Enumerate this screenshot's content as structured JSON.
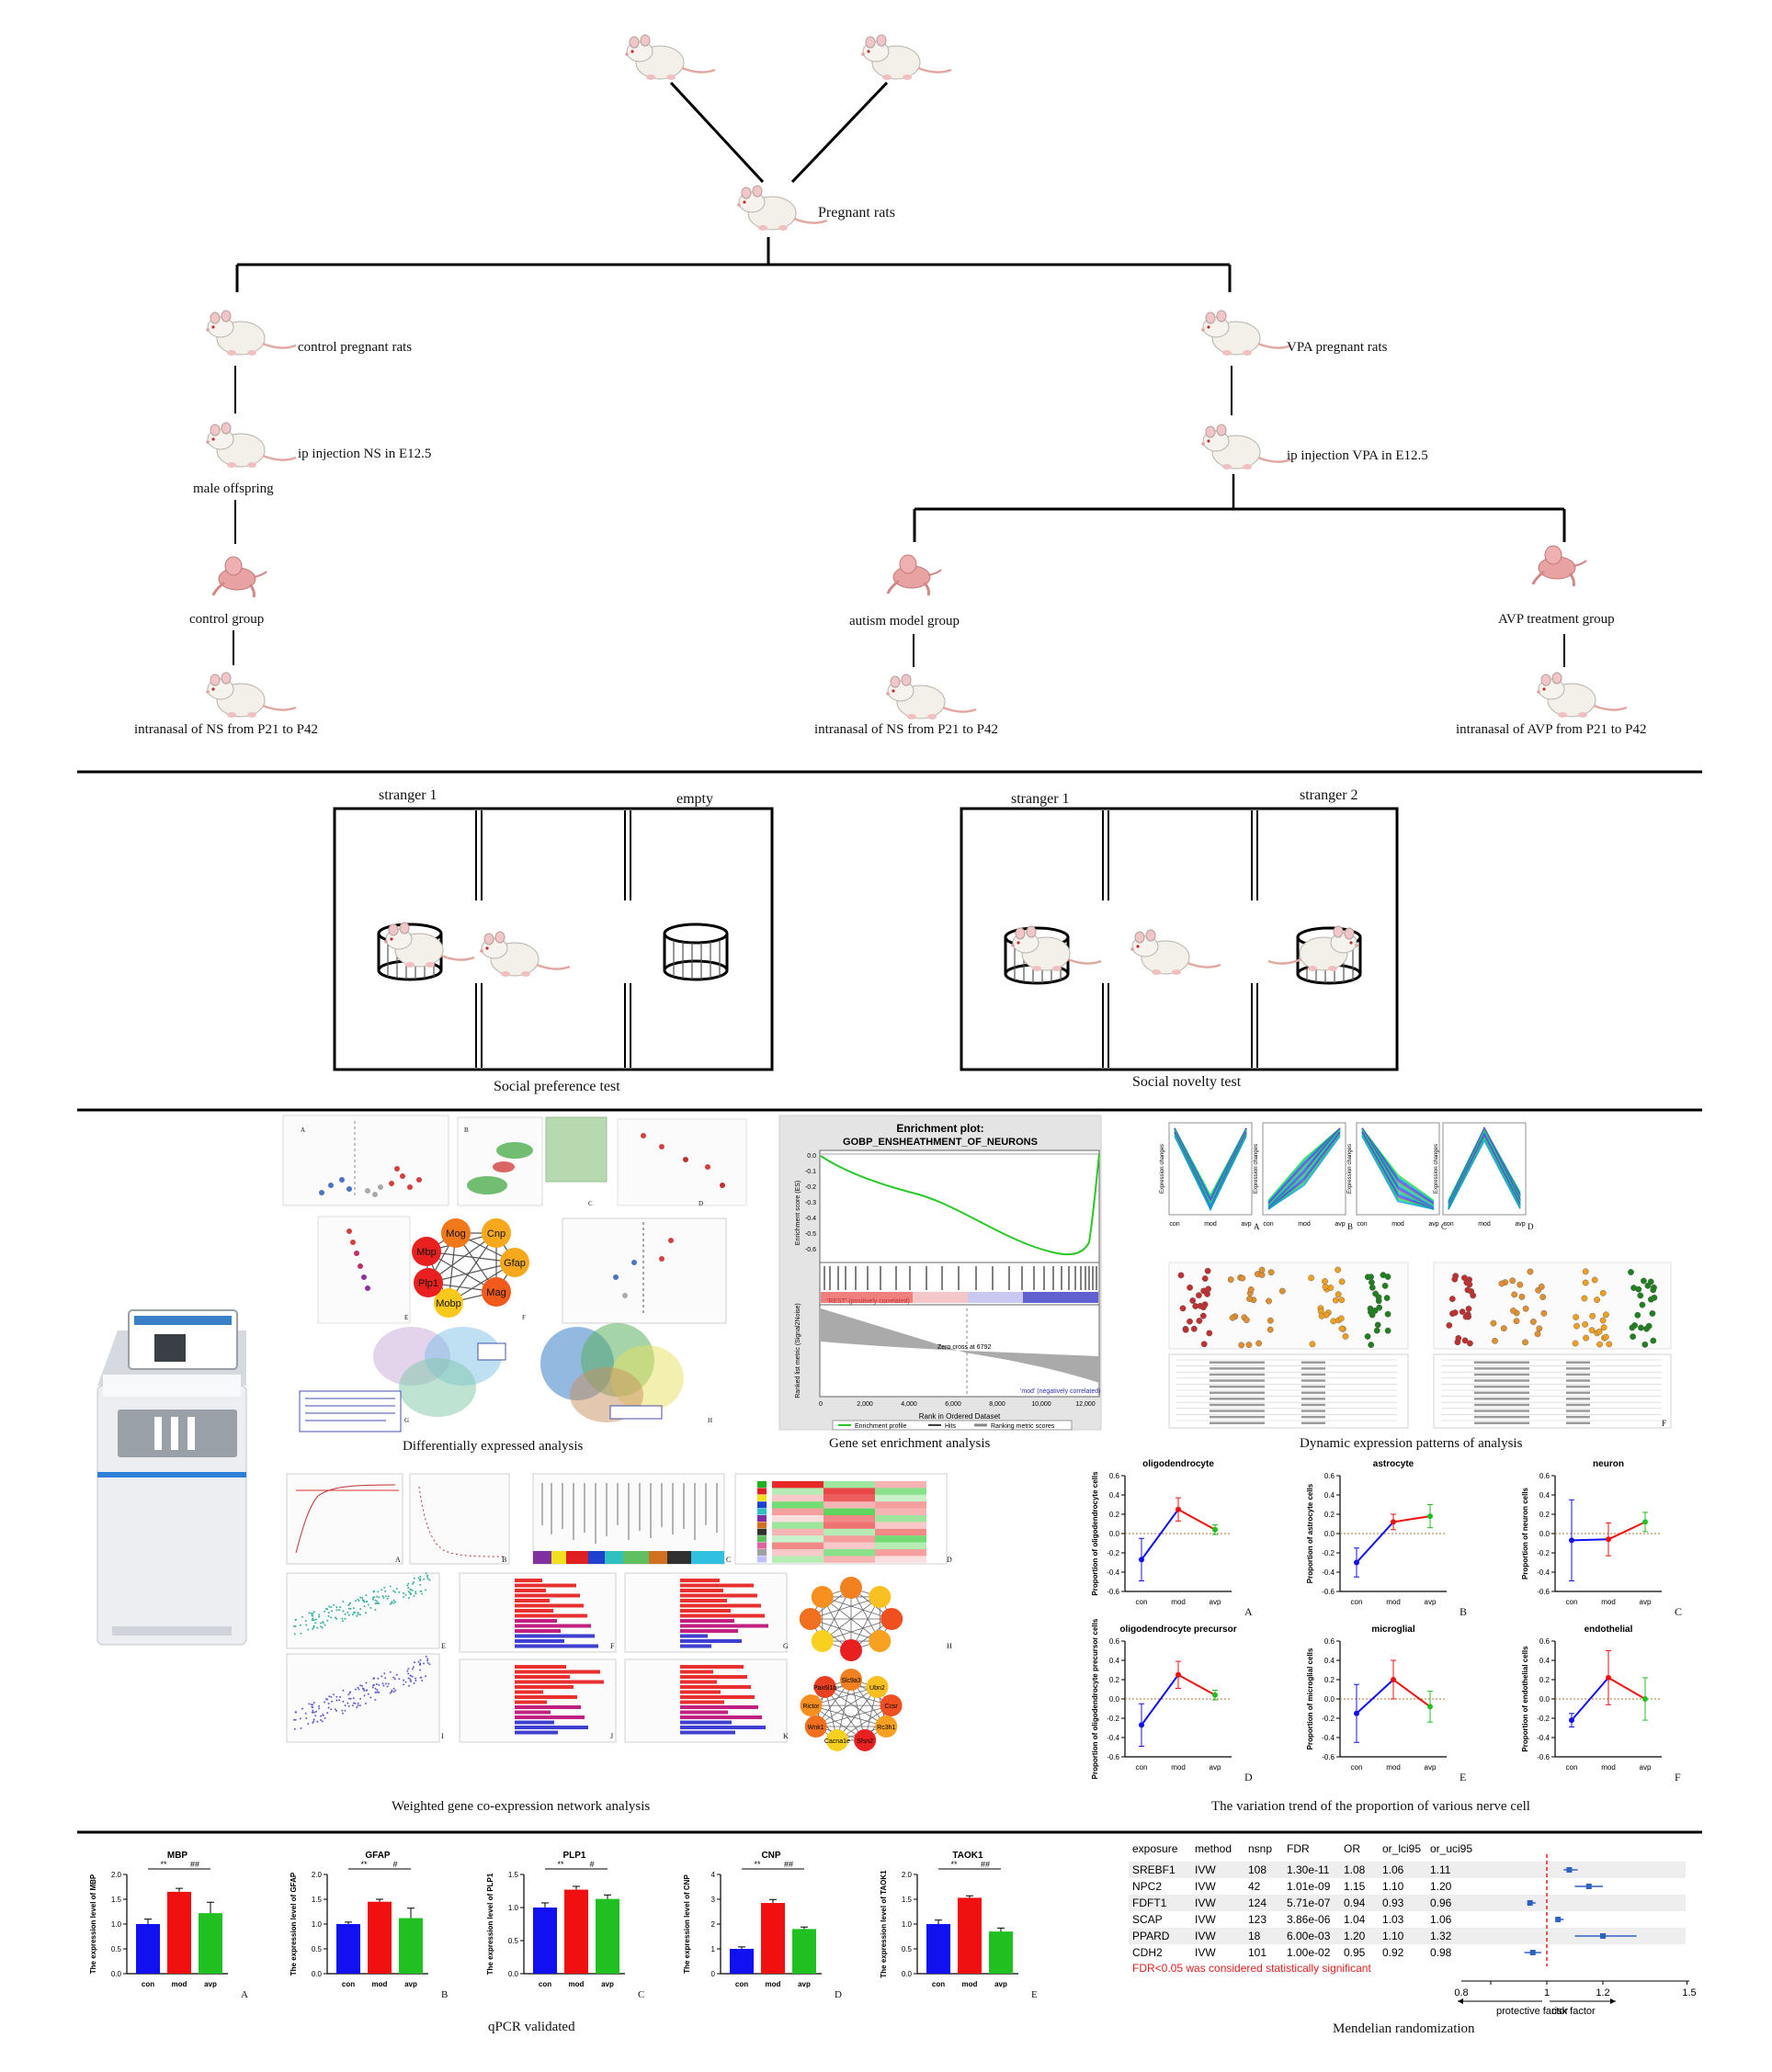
{
  "colors": {
    "con": "#1010f0",
    "mod": "#f01010",
    "avp": "#20c020",
    "rat_body": "#f2efe9",
    "pup_body": "#e8a8a8",
    "line": "#000000",
    "fdr_note": "#e02020",
    "forest_point": "#3060c0"
  },
  "design": {
    "pregnant_label": "Pregnant rats",
    "control_branch": {
      "pregnant": "control pregnant rats",
      "injection": "ip injection NS in E12.5",
      "offspring": "male offspring",
      "group": "control group",
      "treatment": "intranasal of NS from P21 to P42"
    },
    "vpa_branch": {
      "pregnant": "VPA pregnant rats",
      "injection": "ip injection VPA in E12.5",
      "model_group": "autism model group",
      "model_treatment": "intranasal of NS from P21 to P42",
      "avp_group": "AVP treatment group",
      "avp_treatment": "intranasal of AVP from P21 to P42"
    }
  },
  "behavior": {
    "preference": {
      "left": "stranger 1",
      "right": "empty",
      "caption": "Social preference test"
    },
    "novelty": {
      "left": "stranger 1",
      "right": "stranger 2",
      "caption": "Social novelty test"
    }
  },
  "analysis": {
    "deg_caption": "Differentially expressed analysis",
    "gsea_caption": "Gene set enrichment analysis",
    "dynamic_caption": "Dynamic expression patterns of analysis",
    "wgcna_caption": "Weighted gene co-expression network analysis",
    "celltype_caption": "The variation trend of the proportion of various nerve cell",
    "ppi_nodes": [
      "Mog",
      "Cnp",
      "Gfap",
      "Mag",
      "Mobp",
      "Plp1",
      "Mbp"
    ],
    "ppi_nodes_2": [
      "Slc9a3",
      "Ubn2",
      "Ccsr",
      "Rc3h1",
      "Sfsn2",
      "Cacna1e",
      "Wnk1",
      "Rictor",
      "Pax6l1b"
    ],
    "gsea": {
      "title_line1": "Enrichment plot:",
      "title_line2": "GOBP_ENSHEATHMENT_OF_NEURONS",
      "y_top": "Enrichment score (ES)",
      "y_bottom": "Ranked list metric (Signal2Noise)",
      "x_label": "Rank in Ordered Dataset",
      "pos_label": "'REST' (positively correlated)",
      "neg_label": "'mod' (negatively correlated)",
      "zero_cross": "Zero cross at 6792",
      "legend": [
        "Enrichment profile",
        "Hits",
        "Ranking metric scores"
      ],
      "x_ticks": [
        "0",
        "2,000",
        "4,000",
        "6,000",
        "8,000",
        "10,000",
        "12,000"
      ],
      "y_ticks": [
        "0.0",
        "-0.1",
        "-0.2",
        "-0.3",
        "-0.4",
        "-0.5",
        "-0.6"
      ]
    },
    "dynamic_panel_letters": [
      "A",
      "B",
      "C",
      "D"
    ],
    "dynamic_axis": [
      "con",
      "mod",
      "avp"
    ],
    "dynamic_ylabel": "Expression changes",
    "misc_letters": {
      "deg": [
        "A",
        "B",
        "C",
        "D",
        "E",
        "F",
        "G",
        "H"
      ],
      "wgcna": [
        "A",
        "B",
        "C",
        "D",
        "E",
        "F",
        "G",
        "H",
        "I",
        "J",
        "K"
      ],
      "dyn_f": "F"
    }
  },
  "cell_chart_data": [
    {
      "type": "line",
      "title": "oligodendrocyte",
      "ylabel": "Proportion of oligodendrocyte cells",
      "letter": "A",
      "categories": [
        "con",
        "mod",
        "avp"
      ],
      "values": [
        -0.27,
        0.25,
        0.04
      ],
      "err": [
        0.22,
        0.12,
        0.05
      ],
      "ylim": [
        -0.6,
        0.6
      ],
      "yticks": [
        "-0.6",
        "-0.4",
        "-0.2",
        "0.0",
        "0.2",
        "0.4",
        "0.6"
      ]
    },
    {
      "type": "line",
      "title": "astrocyte",
      "ylabel": "Proportion of astrocyte cells",
      "letter": "B",
      "categories": [
        "con",
        "mod",
        "avp"
      ],
      "values": [
        -0.3,
        0.12,
        0.18
      ],
      "err": [
        0.15,
        0.08,
        0.12
      ],
      "ylim": [
        -0.6,
        0.6
      ],
      "yticks": [
        "-0.6",
        "-0.4",
        "-0.2",
        "0.0",
        "0.2",
        "0.4",
        "0.6"
      ]
    },
    {
      "type": "line",
      "title": "neuron",
      "ylabel": "Proportion of neuron cells",
      "letter": "C",
      "categories": [
        "con",
        "mod",
        "avp"
      ],
      "values": [
        -0.07,
        -0.06,
        0.12
      ],
      "err": [
        0.42,
        0.17,
        0.1
      ],
      "ylim": [
        -0.6,
        0.6
      ],
      "yticks": [
        "-0.6",
        "-0.4",
        "-0.2",
        "0.0",
        "0.2",
        "0.4",
        "0.6"
      ]
    },
    {
      "type": "line",
      "title": "oligodendrocyte precursor",
      "ylabel": "Proportion of oligodendrocyte precursor cells",
      "letter": "D",
      "categories": [
        "con",
        "mod",
        "avp"
      ],
      "values": [
        -0.27,
        0.25,
        0.04
      ],
      "err": [
        0.22,
        0.14,
        0.05
      ],
      "ylim": [
        -0.6,
        0.6
      ],
      "yticks": [
        "-0.6",
        "-0.4",
        "-0.2",
        "0.0",
        "0.2",
        "0.4",
        "0.6"
      ]
    },
    {
      "type": "line",
      "title": "microglial",
      "ylabel": "Proportion of microglial cells",
      "letter": "E",
      "categories": [
        "con",
        "mod",
        "avp"
      ],
      "values": [
        -0.15,
        0.2,
        -0.08
      ],
      "err": [
        0.3,
        0.2,
        0.16
      ],
      "ylim": [
        -0.6,
        0.6
      ],
      "yticks": [
        "-0.6",
        "-0.4",
        "-0.2",
        "0.0",
        "0.2",
        "0.4",
        "0.6"
      ]
    },
    {
      "type": "line",
      "title": "endothelial",
      "ylabel": "Proportion of endothelial cells",
      "letter": "F",
      "categories": [
        "con",
        "mod",
        "avp"
      ],
      "values": [
        -0.22,
        0.22,
        0.0
      ],
      "err": [
        0.07,
        0.28,
        0.22
      ],
      "ylim": [
        -0.6,
        0.6
      ],
      "yticks": [
        "-0.6",
        "-0.4",
        "-0.2",
        "0.0",
        "0.2",
        "0.4",
        "0.6"
      ]
    }
  ],
  "qpcr_chart_data": [
    {
      "type": "bar",
      "title": "MBP",
      "ylabel": "The expression level of MBP",
      "letter": "A",
      "categories": [
        "con",
        "mod",
        "avp"
      ],
      "values": [
        1.0,
        1.65,
        1.22
      ],
      "err": [
        0.1,
        0.07,
        0.22
      ],
      "ylim": [
        0,
        2.0
      ],
      "yticks": [
        "0.0",
        "0.5",
        "1.0",
        "1.5",
        "2.0"
      ],
      "sig": [
        "**",
        "##"
      ]
    },
    {
      "type": "bar",
      "title": "GFAP",
      "ylabel": "The expression level of GFAP",
      "letter": "B",
      "categories": [
        "con",
        "mod",
        "avp"
      ],
      "values": [
        1.0,
        1.45,
        1.12
      ],
      "err": [
        0.04,
        0.05,
        0.2
      ],
      "ylim": [
        0,
        2.0
      ],
      "yticks": [
        "0.0",
        "0.5",
        "1.0",
        "1.5",
        "2.0"
      ],
      "sig": [
        "**",
        "#"
      ]
    },
    {
      "type": "bar",
      "title": "PLP1",
      "ylabel": "The expression level of PLP1",
      "letter": "C",
      "categories": [
        "con",
        "mod",
        "avp"
      ],
      "values": [
        1.0,
        1.27,
        1.13
      ],
      "err": [
        0.07,
        0.05,
        0.06
      ],
      "ylim": [
        0,
        1.5
      ],
      "yticks": [
        "0.0",
        "0.5",
        "1.0",
        "1.5"
      ],
      "sig": [
        "**",
        "#"
      ]
    },
    {
      "type": "bar",
      "title": "CNP",
      "ylabel": "The expression level of CNP",
      "letter": "D",
      "categories": [
        "con",
        "mod",
        "avp"
      ],
      "values": [
        1.0,
        2.85,
        1.8
      ],
      "err": [
        0.08,
        0.14,
        0.08
      ],
      "ylim": [
        0,
        4
      ],
      "yticks": [
        "0",
        "1",
        "2",
        "3",
        "4"
      ],
      "sig": [
        "**",
        "##"
      ]
    },
    {
      "type": "bar",
      "title": "TAOK1",
      "ylabel": "The expression level of TAOK1",
      "letter": "E",
      "categories": [
        "con",
        "mod",
        "avp"
      ],
      "values": [
        1.0,
        1.53,
        0.85
      ],
      "err": [
        0.08,
        0.04,
        0.07
      ],
      "ylim": [
        0,
        2.0
      ],
      "yticks": [
        "0.0",
        "0.5",
        "1.0",
        "1.5",
        "2.0"
      ],
      "sig": [
        "**",
        "##"
      ]
    }
  ],
  "qpcr_caption": "qPCR validated",
  "mr": {
    "caption": "Mendelian randomization",
    "headers": [
      "exposure",
      "method",
      "nsnp",
      "FDR",
      "OR",
      "or_lci95",
      "or_uci95"
    ],
    "rows": [
      [
        "SREBF1",
        "IVW",
        "108",
        "1.30e-11",
        "1.08",
        "1.06",
        "1.11"
      ],
      [
        "NPC2",
        "IVW",
        "42",
        "1.01e-09",
        "1.15",
        "1.10",
        "1.20"
      ],
      [
        "FDFT1",
        "IVW",
        "124",
        "5.71e-07",
        "0.94",
        "0.93",
        "0.96"
      ],
      [
        "SCAP",
        "IVW",
        "123",
        "3.86e-06",
        "1.04",
        "1.03",
        "1.06"
      ],
      [
        "PPARD",
        "IVW",
        "18",
        "6.00e-03",
        "1.20",
        "1.10",
        "1.32"
      ],
      [
        "CDH2",
        "IVW",
        "101",
        "1.00e-02",
        "0.95",
        "0.92",
        "0.98"
      ]
    ],
    "note": "FDR<0.05 was considered statistically significant",
    "axis_ticks": [
      "0.8",
      "1",
      "1.2",
      "1.5"
    ],
    "protective_label": "protective factor",
    "risk_label": "risk factor"
  },
  "chart_data": [
    {
      "type": "line",
      "title": "oligodendrocyte",
      "categories": [
        "con",
        "mod",
        "avp"
      ],
      "values": [
        -0.27,
        0.25,
        0.04
      ]
    },
    {
      "type": "line",
      "title": "astrocyte",
      "categories": [
        "con",
        "mod",
        "avp"
      ],
      "values": [
        -0.3,
        0.12,
        0.18
      ]
    },
    {
      "type": "line",
      "title": "neuron",
      "categories": [
        "con",
        "mod",
        "avp"
      ],
      "values": [
        -0.07,
        -0.06,
        0.12
      ]
    },
    {
      "type": "line",
      "title": "oligodendrocyte precursor",
      "categories": [
        "con",
        "mod",
        "avp"
      ],
      "values": [
        -0.27,
        0.25,
        0.04
      ]
    },
    {
      "type": "line",
      "title": "microglial",
      "categories": [
        "con",
        "mod",
        "avp"
      ],
      "values": [
        -0.15,
        0.2,
        -0.08
      ]
    },
    {
      "type": "line",
      "title": "endothelial",
      "categories": [
        "con",
        "mod",
        "avp"
      ],
      "values": [
        -0.22,
        0.22,
        0.0
      ]
    },
    {
      "type": "bar",
      "title": "MBP",
      "categories": [
        "con",
        "mod",
        "avp"
      ],
      "values": [
        1.0,
        1.65,
        1.22
      ]
    },
    {
      "type": "bar",
      "title": "GFAP",
      "categories": [
        "con",
        "mod",
        "avp"
      ],
      "values": [
        1.0,
        1.45,
        1.12
      ]
    },
    {
      "type": "bar",
      "title": "PLP1",
      "categories": [
        "con",
        "mod",
        "avp"
      ],
      "values": [
        1.0,
        1.27,
        1.13
      ]
    },
    {
      "type": "bar",
      "title": "CNP",
      "categories": [
        "con",
        "mod",
        "avp"
      ],
      "values": [
        1.0,
        2.85,
        1.8
      ]
    },
    {
      "type": "bar",
      "title": "TAOK1",
      "categories": [
        "con",
        "mod",
        "avp"
      ],
      "values": [
        1.0,
        1.53,
        0.85
      ]
    }
  ]
}
